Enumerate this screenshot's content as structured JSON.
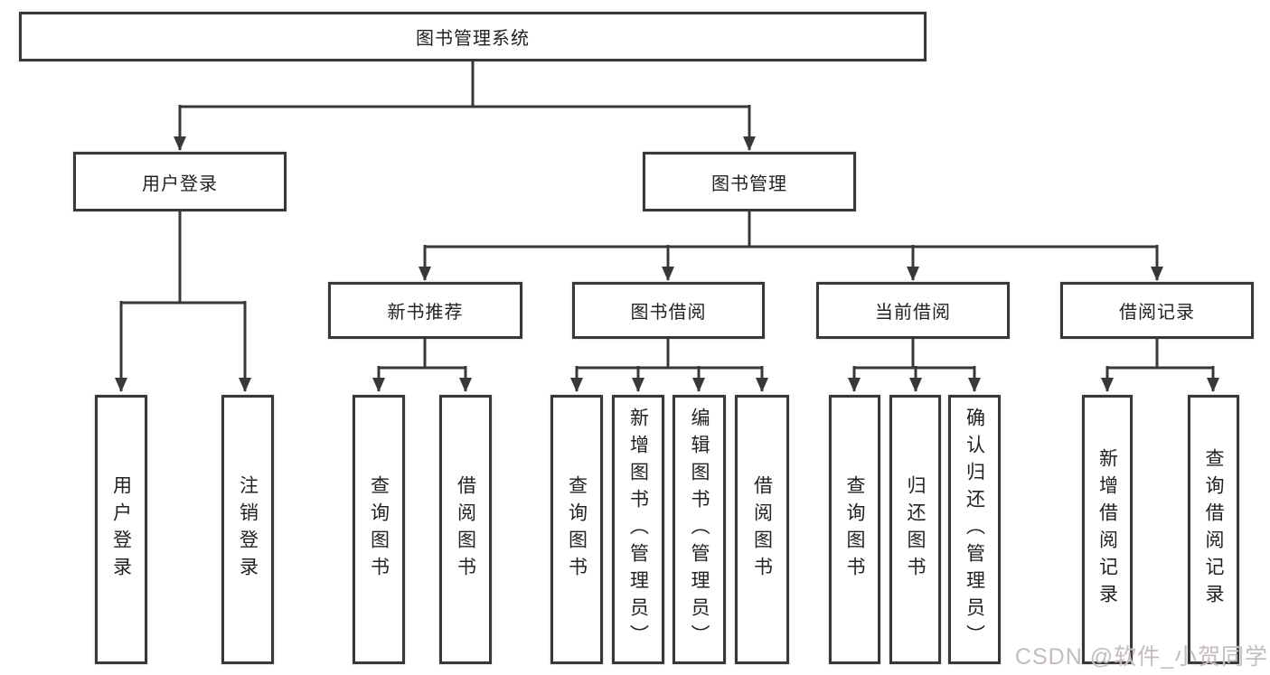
{
  "page": {
    "background": "#ffffff",
    "line_color": "#383838",
    "text_color": "#222222"
  },
  "diagram": {
    "root": {
      "label": "图书管理系统"
    },
    "branches": [
      {
        "label": "用户登录"
      },
      {
        "label": "图书管理"
      }
    ],
    "modules": [
      {
        "label": "新书推荐"
      },
      {
        "label": "图书借阅"
      },
      {
        "label": "当前借阅"
      },
      {
        "label": "借阅记录"
      }
    ],
    "leaves": [
      {
        "label": "用户登录"
      },
      {
        "label": "注销登录"
      },
      {
        "label": "查询图书"
      },
      {
        "label": "借阅图书"
      },
      {
        "label": "查询图书"
      },
      {
        "label": "新增图书（管理员）"
      },
      {
        "label": "编辑图书（管理员）"
      },
      {
        "label": "借阅图书"
      },
      {
        "label": "查询图书"
      },
      {
        "label": "归还图书"
      },
      {
        "label": "确认归还（管理员）"
      },
      {
        "label": "新增借阅记录"
      },
      {
        "label": "查询借阅记录"
      }
    ]
  },
  "watermark": {
    "text": "CSDN @软件_小贺同学",
    "color": "#c5bcbc"
  }
}
